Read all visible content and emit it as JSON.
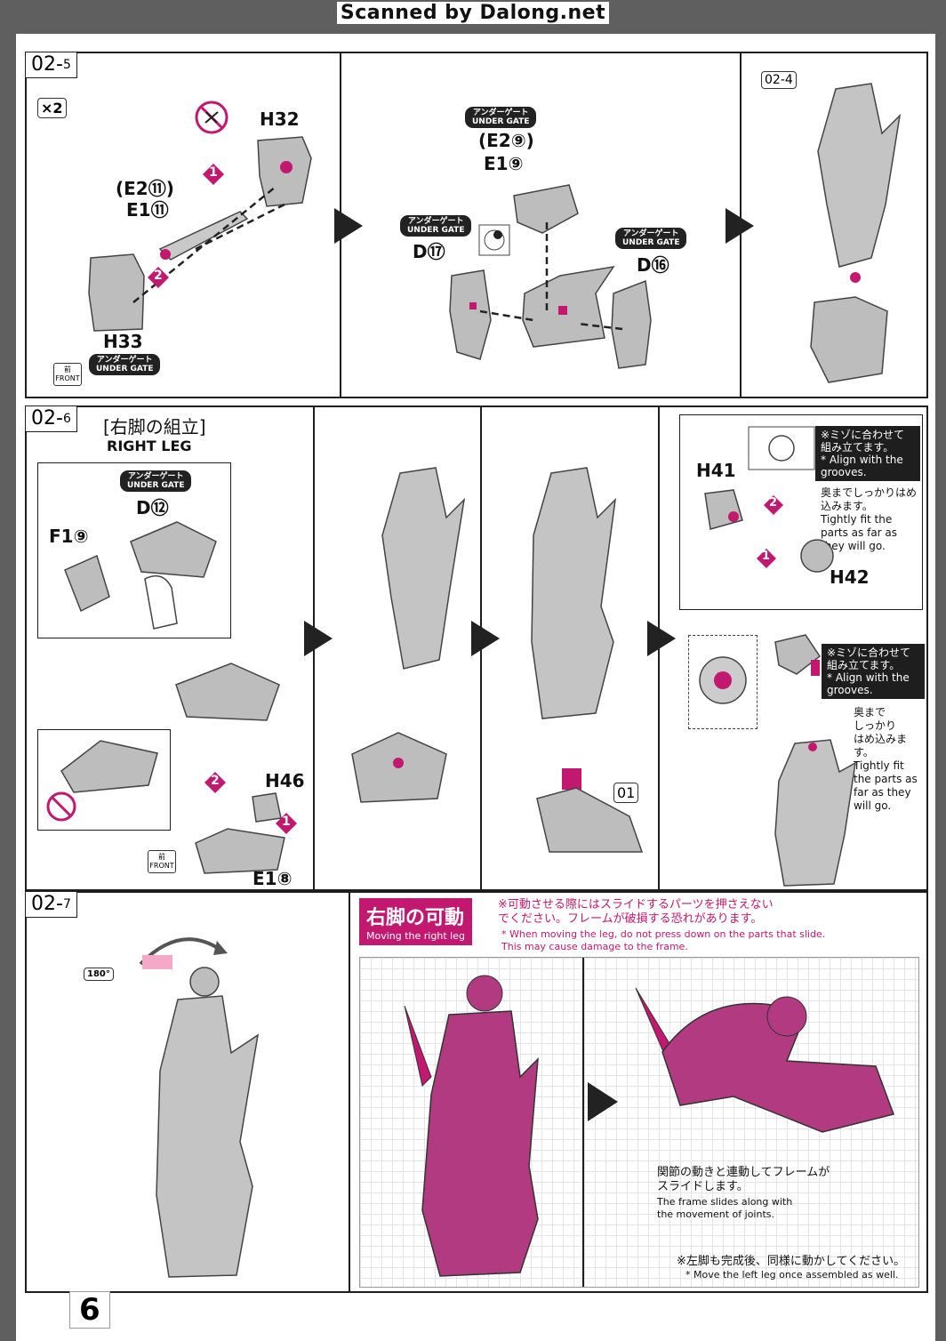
{
  "watermark": "Scanned by Dalong.net",
  "page_number": "6",
  "colors": {
    "accent": "#c2186f",
    "part": "#bdbdbd",
    "ink": "#1e1e1e"
  },
  "step_02_5": {
    "step_main": "02",
    "step_sub": "5",
    "multiplier": "×2",
    "front_label_jp": "前",
    "front_label_en": "FRONT",
    "part_h32": "H32",
    "part_e2_11": "(E2⑪)",
    "part_e1_11": "E1⑪",
    "part_h33": "H33",
    "under_gate_jp": "アンダーゲート",
    "under_gate_en": "UNDER GATE",
    "step_num_1": "1",
    "step_num_2": "2",
    "part_e2_9": "(E2⑨)",
    "part_e1_9": "E1⑨",
    "part_d17": "D⑰",
    "part_d16": "D⑯",
    "ref_step": "02-4"
  },
  "step_02_6": {
    "step_main": "02",
    "step_sub": "6",
    "title_jp": "[右脚の組立]",
    "title_en": "RIGHT LEG",
    "part_d12": "D⑫",
    "part_f1_9": "F1⑨",
    "part_h46": "H46",
    "part_e1_8": "E1⑧",
    "part_01": "01",
    "part_h41": "H41",
    "part_h42": "H42",
    "note_jp": "※ミゾに合わせて組み立てます。",
    "note_en": "* Align with the grooves.",
    "tip_jp": "奥までしっかりはめ込みます。",
    "tip_en": "Tightly fit the parts as far as they will go.",
    "tip2_jp_1": "奥まで",
    "tip2_jp_2": "しっかり",
    "tip2_jp_3": "はめ込みます。",
    "tip2_en": "Tightly fit the parts as far as they will go."
  },
  "step_02_7": {
    "step_main": "02",
    "step_sub": "7",
    "rotate_label": "180°",
    "heading_jp": "右脚の可動",
    "heading_en": "Moving the right leg",
    "warning_jp_1": "※可動させる際にはスライドするパーツを押さえない",
    "warning_jp_2": "でください。フレームが破損する恐れがあります。",
    "warning_en_1": "* When moving the leg, do not press down on the parts that slide.",
    "warning_en_2": "This may cause damage to the frame.",
    "caption_jp_1": "関節の動きと連動してフレームが",
    "caption_jp_2": "スライドします。",
    "caption_en_1": "The frame slides along with",
    "caption_en_2": "the movement of joints.",
    "footer_jp": "※左脚も完成後、同様に動かしてください。",
    "footer_en": "* Move the left leg once assembled as well."
  }
}
